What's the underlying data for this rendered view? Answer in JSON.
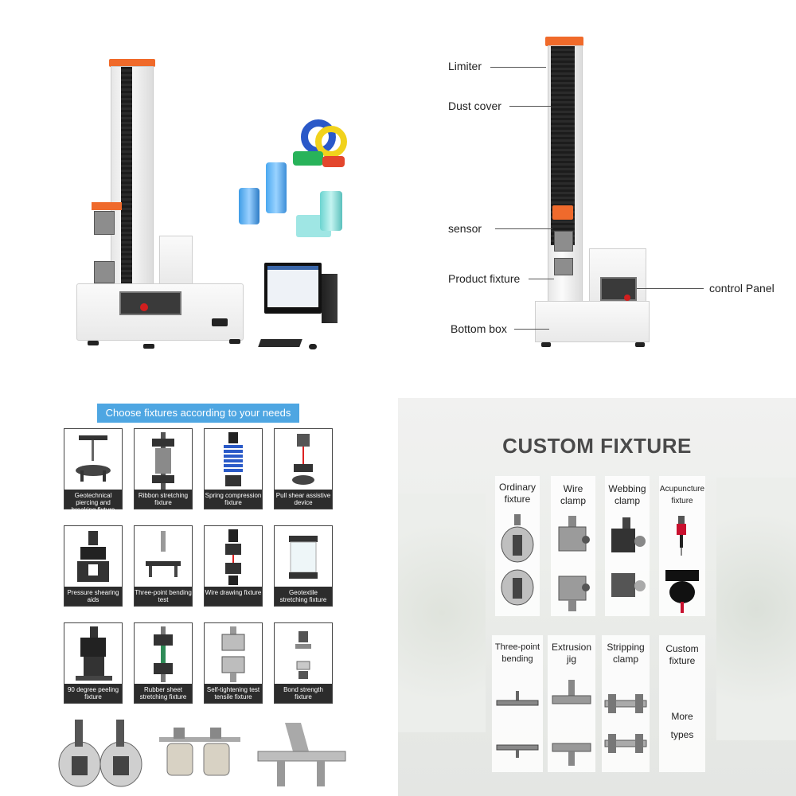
{
  "labels": {
    "limiter": "Limiter",
    "dust_cover": "Dust cover",
    "sensor": "sensor",
    "product_fixture": "Product fixture",
    "control_panel": "control Panel",
    "bottom_box": "Bottom box"
  },
  "fixture_banner": "Choose fixtures according to your needs",
  "fixtures": [
    {
      "label": "Geotechnical piercing and breaking fixture"
    },
    {
      "label": "Ribbon stretching fixture"
    },
    {
      "label": "Spring compression fixture"
    },
    {
      "label": "Pull shear assistive device"
    },
    {
      "label": "Pressure shearing aids"
    },
    {
      "label": "Three-point bending test"
    },
    {
      "label": "Wire drawing fixture"
    },
    {
      "label": "Geotextile stretching fixture"
    },
    {
      "label": "90 degree peeling fixture"
    },
    {
      "label": "Rubber sheet stretching fixture"
    },
    {
      "label": "Self-tightening test tensile fixture"
    },
    {
      "label": "Bond strength fixture"
    }
  ],
  "custom": {
    "title": "CUSTOM FIXTURE",
    "row1": [
      "Ordinary fixture",
      "Wire clamp",
      "Webbing clamp",
      "Acupuncture fixture"
    ],
    "row2": [
      "Three-point bending",
      "Extrusion jig",
      "Stripping clamp",
      "Custom fixture"
    ],
    "more_line1": "More",
    "more_line2": "types"
  },
  "colors": {
    "accent_orange": "#f06a2a",
    "banner_blue": "#4ea6e2",
    "caption_dark": "#2c2c2c"
  }
}
